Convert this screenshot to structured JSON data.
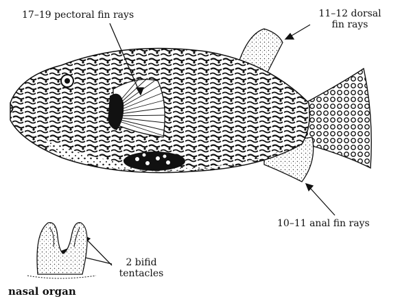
{
  "labels": {
    "pectoral": "17–19 pectoral fin rays",
    "dorsal_line1": "11–12 dorsal",
    "dorsal_line2": "fin rays",
    "anal": "10–11 anal fin rays",
    "bifid_line1": "2 bifid",
    "bifid_line2": "tentacles",
    "nasal": "nasal organ"
  },
  "colors": {
    "ink": "#111111",
    "paper": "#ffffff"
  }
}
